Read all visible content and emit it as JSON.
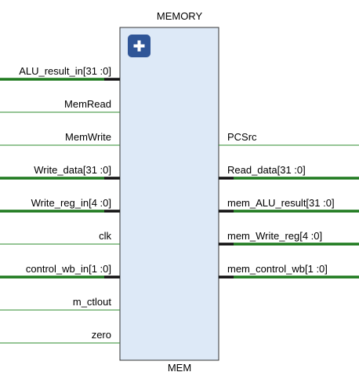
{
  "block": {
    "title": "MEMORY",
    "instance": "MEM",
    "expand_icon": "plus-icon",
    "fill_color": "#dde9f7",
    "border_color": "#333333",
    "icon_color": "#2f5597"
  },
  "colors": {
    "wire": "#2e8b2e",
    "bus_wire": "#1f7a1f",
    "bus_stub": "#111111"
  },
  "inputs": [
    {
      "label": "ALU_result_in[31 :0]",
      "bus": true
    },
    {
      "label": "MemRead",
      "bus": false
    },
    {
      "label": "MemWrite",
      "bus": false
    },
    {
      "label": "Write_data[31 :0]",
      "bus": true
    },
    {
      "label": "Write_reg_in[4 :0]",
      "bus": true
    },
    {
      "label": "clk",
      "bus": false
    },
    {
      "label": "control_wb_in[1 :0]",
      "bus": true
    },
    {
      "label": "m_ctlout",
      "bus": false
    },
    {
      "label": "zero",
      "bus": false
    }
  ],
  "outputs": [
    {
      "label": "PCSrc",
      "bus": false
    },
    {
      "label": "Read_data[31 :0]",
      "bus": true
    },
    {
      "label": "mem_ALU_result[31 :0]",
      "bus": true
    },
    {
      "label": "mem_Write_reg[4 :0]",
      "bus": true
    },
    {
      "label": "mem_control_wb[1 :0]",
      "bus": true
    }
  ]
}
